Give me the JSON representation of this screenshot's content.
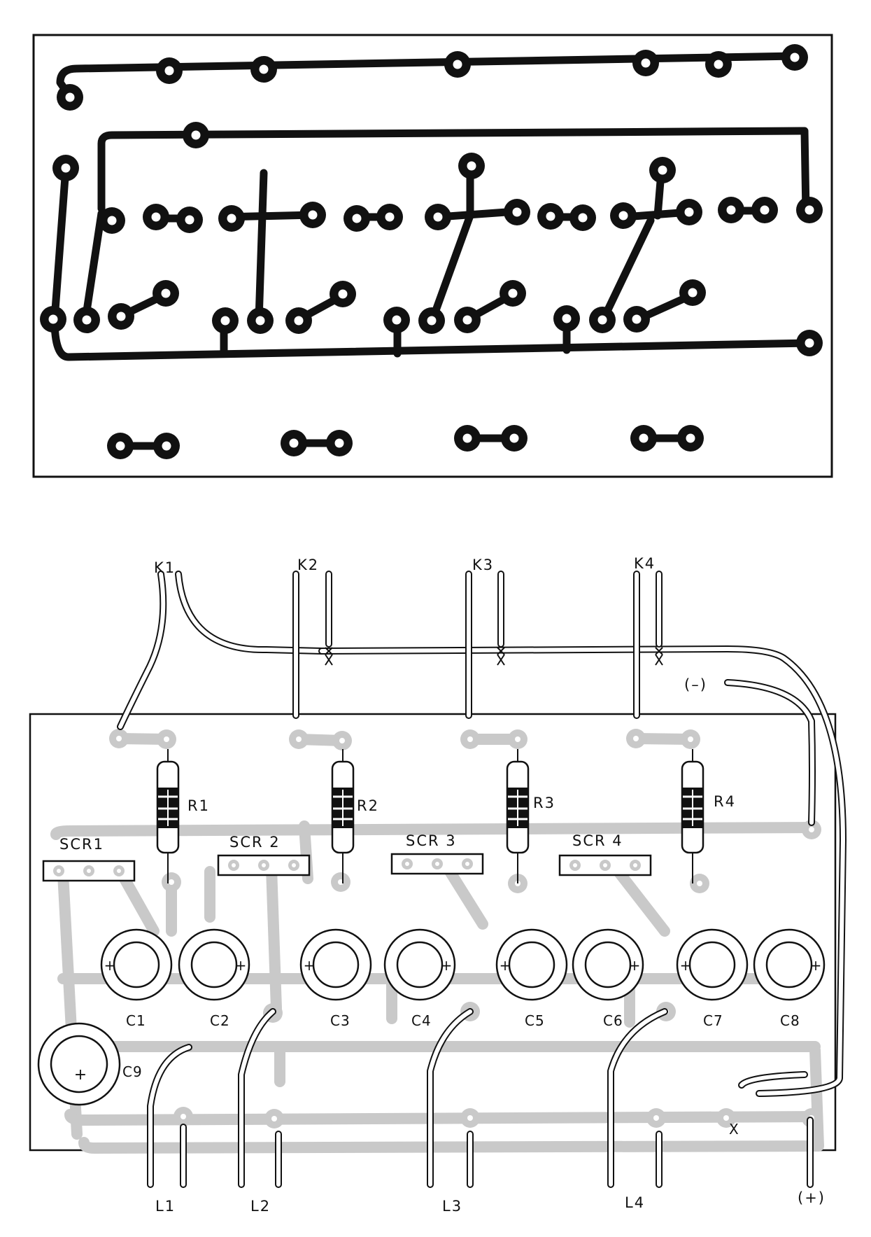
{
  "colors": {
    "ink": "#111111",
    "trace_shadow": "#c9c9c9",
    "paper": "#ffffff"
  },
  "top_panel": {
    "name": "copper-side-pcb-layout"
  },
  "bottom_panel": {
    "name": "component-side-pcb-layout",
    "wire_labels_top": [
      "K1",
      "K2",
      "K3",
      "K4"
    ],
    "resistors": [
      "R1",
      "R2",
      "R3",
      "R4"
    ],
    "scrs": [
      "SCR1",
      "SCR 2",
      "SCR 3",
      "SCR 4"
    ],
    "capacitors": [
      "C1",
      "C2",
      "C3",
      "C4",
      "C5",
      "C6",
      "C7",
      "C8"
    ],
    "big_capacitor": "C9",
    "output_labels": [
      "L1",
      "L2",
      "L3",
      "L4"
    ],
    "minus_label": "(–)",
    "plus_label": "(+)",
    "x_label": "X",
    "plus_sign": "+"
  }
}
